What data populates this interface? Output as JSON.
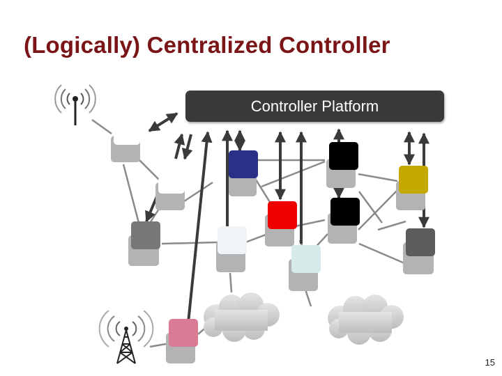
{
  "slide": {
    "title": "(Logically) Centralized Controller",
    "controller_label": "Controller Platform",
    "page_number": "15"
  },
  "colors": {
    "title": "#7a1416",
    "controller_box": "#3a3a3a",
    "switch_gray": "#b4b4b4",
    "link_gray": "#888888",
    "arrow": "#3a3a3a",
    "cloud": "#d2d2d2"
  },
  "icons": [
    "wireless-access-point-icon",
    "cell-tower-icon",
    "cloud-icon"
  ],
  "switches": [
    {
      "id": "sw-ap",
      "top_color": "#ffffff"
    },
    {
      "id": "sw-left-mid",
      "top_color": "#ffffff"
    },
    {
      "id": "sw-left-low",
      "top_color": "#777777"
    },
    {
      "id": "sw-navy",
      "top_color": "#2b3087"
    },
    {
      "id": "sw-white",
      "top_color": "#eef4f7"
    },
    {
      "id": "sw-red",
      "top_color": "#ee0000"
    },
    {
      "id": "sw-black-top",
      "top_color": "#000000"
    },
    {
      "id": "sw-black-mid",
      "top_color": "#000000"
    },
    {
      "id": "sw-lightblue",
      "top_color": "#d6eaea"
    },
    {
      "id": "sw-yellow",
      "top_color": "#c4a800"
    },
    {
      "id": "sw-darkgray",
      "top_color": "#5c5c5c"
    },
    {
      "id": "sw-pink",
      "top_color": "#d97b94"
    }
  ]
}
